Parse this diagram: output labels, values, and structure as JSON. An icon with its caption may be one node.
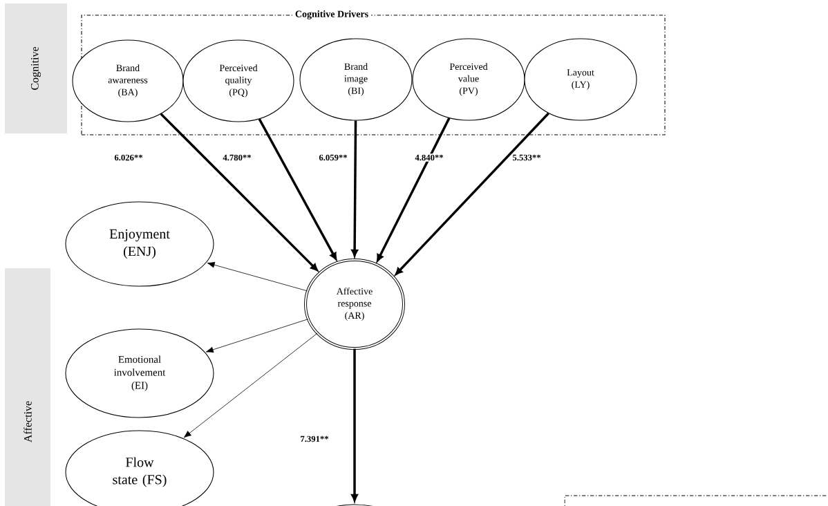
{
  "diagram": {
    "nodes": [
      {
        "text": [
          "Cognitive"
        ]
      },
      {
        "text": [
          "Cognitive Drivers"
        ]
      },
      {
        "text": [
          "Brand awareness (BA)"
        ],
        "in": 1
      },
      {
        "text": [
          "Perceived quality (PQ)"
        ],
        "in": 1
      },
      {
        "text": [
          "Brand image (BI)"
        ],
        "in": 1
      },
      {
        "text": [
          "Perceived value (PV)"
        ],
        "in": 1
      },
      {
        "text": [
          "Layout (LY)"
        ],
        "in": 1
      },
      {
        "text": [
          "Affective"
        ]
      },
      {
        "text": [
          "Enjoyment (ENJ)"
        ]
      },
      {
        "text": [
          "Affective response (AR)"
        ]
      },
      {
        "text": [
          "Emotional involvement (EI)"
        ]
      },
      {
        "text": [
          "Flow state (FS)"
        ]
      },
      {
        "text": [],
        "shape": "circle"
      }
    ],
    "edges": [
      {
        "from": 2,
        "to": 9,
        "arrow": "to",
        "label": "6.026**"
      },
      {
        "from": 3,
        "to": 9,
        "arrow": "to",
        "label": "4.780**"
      },
      {
        "from": 4,
        "to": 9,
        "arrow": "to",
        "label": "6.059**"
      },
      {
        "from": 5,
        "to": 9,
        "arrow": "to",
        "label": "4.840**"
      },
      {
        "from": 6,
        "to": 9,
        "arrow": "to",
        "label": "5.533**"
      },
      {
        "from": 9,
        "to": 8,
        "arrow": "to"
      },
      {
        "from": 9,
        "to": 10,
        "arrow": "to"
      },
      {
        "from": 9,
        "to": 11,
        "arrow": "to"
      },
      {
        "from": 9,
        "to": 12,
        "arrow": "to",
        "label": "7.391**"
      }
    ]
  }
}
